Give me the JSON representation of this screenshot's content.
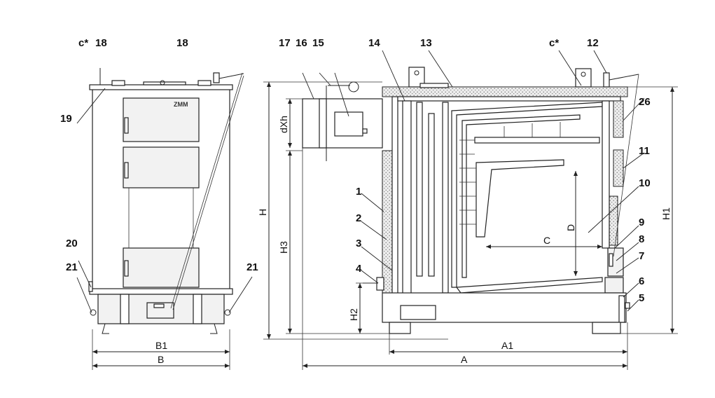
{
  "labels": {
    "c_left": "c*",
    "n18a": "18",
    "n18b": "18",
    "n19": "19",
    "n20": "20",
    "n21a": "21",
    "n21b": "21",
    "n17": "17",
    "n16": "16",
    "n15": "15",
    "n14": "14",
    "n13": "13",
    "c_right": "c*",
    "n12": "12",
    "n26": "26",
    "n11": "11",
    "n10": "10",
    "n9": "9",
    "n8": "8",
    "n7": "7",
    "n6": "6",
    "n5": "5",
    "n1": "1",
    "n2": "2",
    "n3": "3",
    "n4": "4"
  },
  "dimensions": {
    "B1": "B1",
    "B": "B",
    "A1": "A1",
    "A": "A",
    "H": "H",
    "H1": "H1",
    "H2": "H2",
    "H3": "H3",
    "dXh": "dXh",
    "C": "C",
    "D": "D"
  },
  "logo": "ZMM"
}
